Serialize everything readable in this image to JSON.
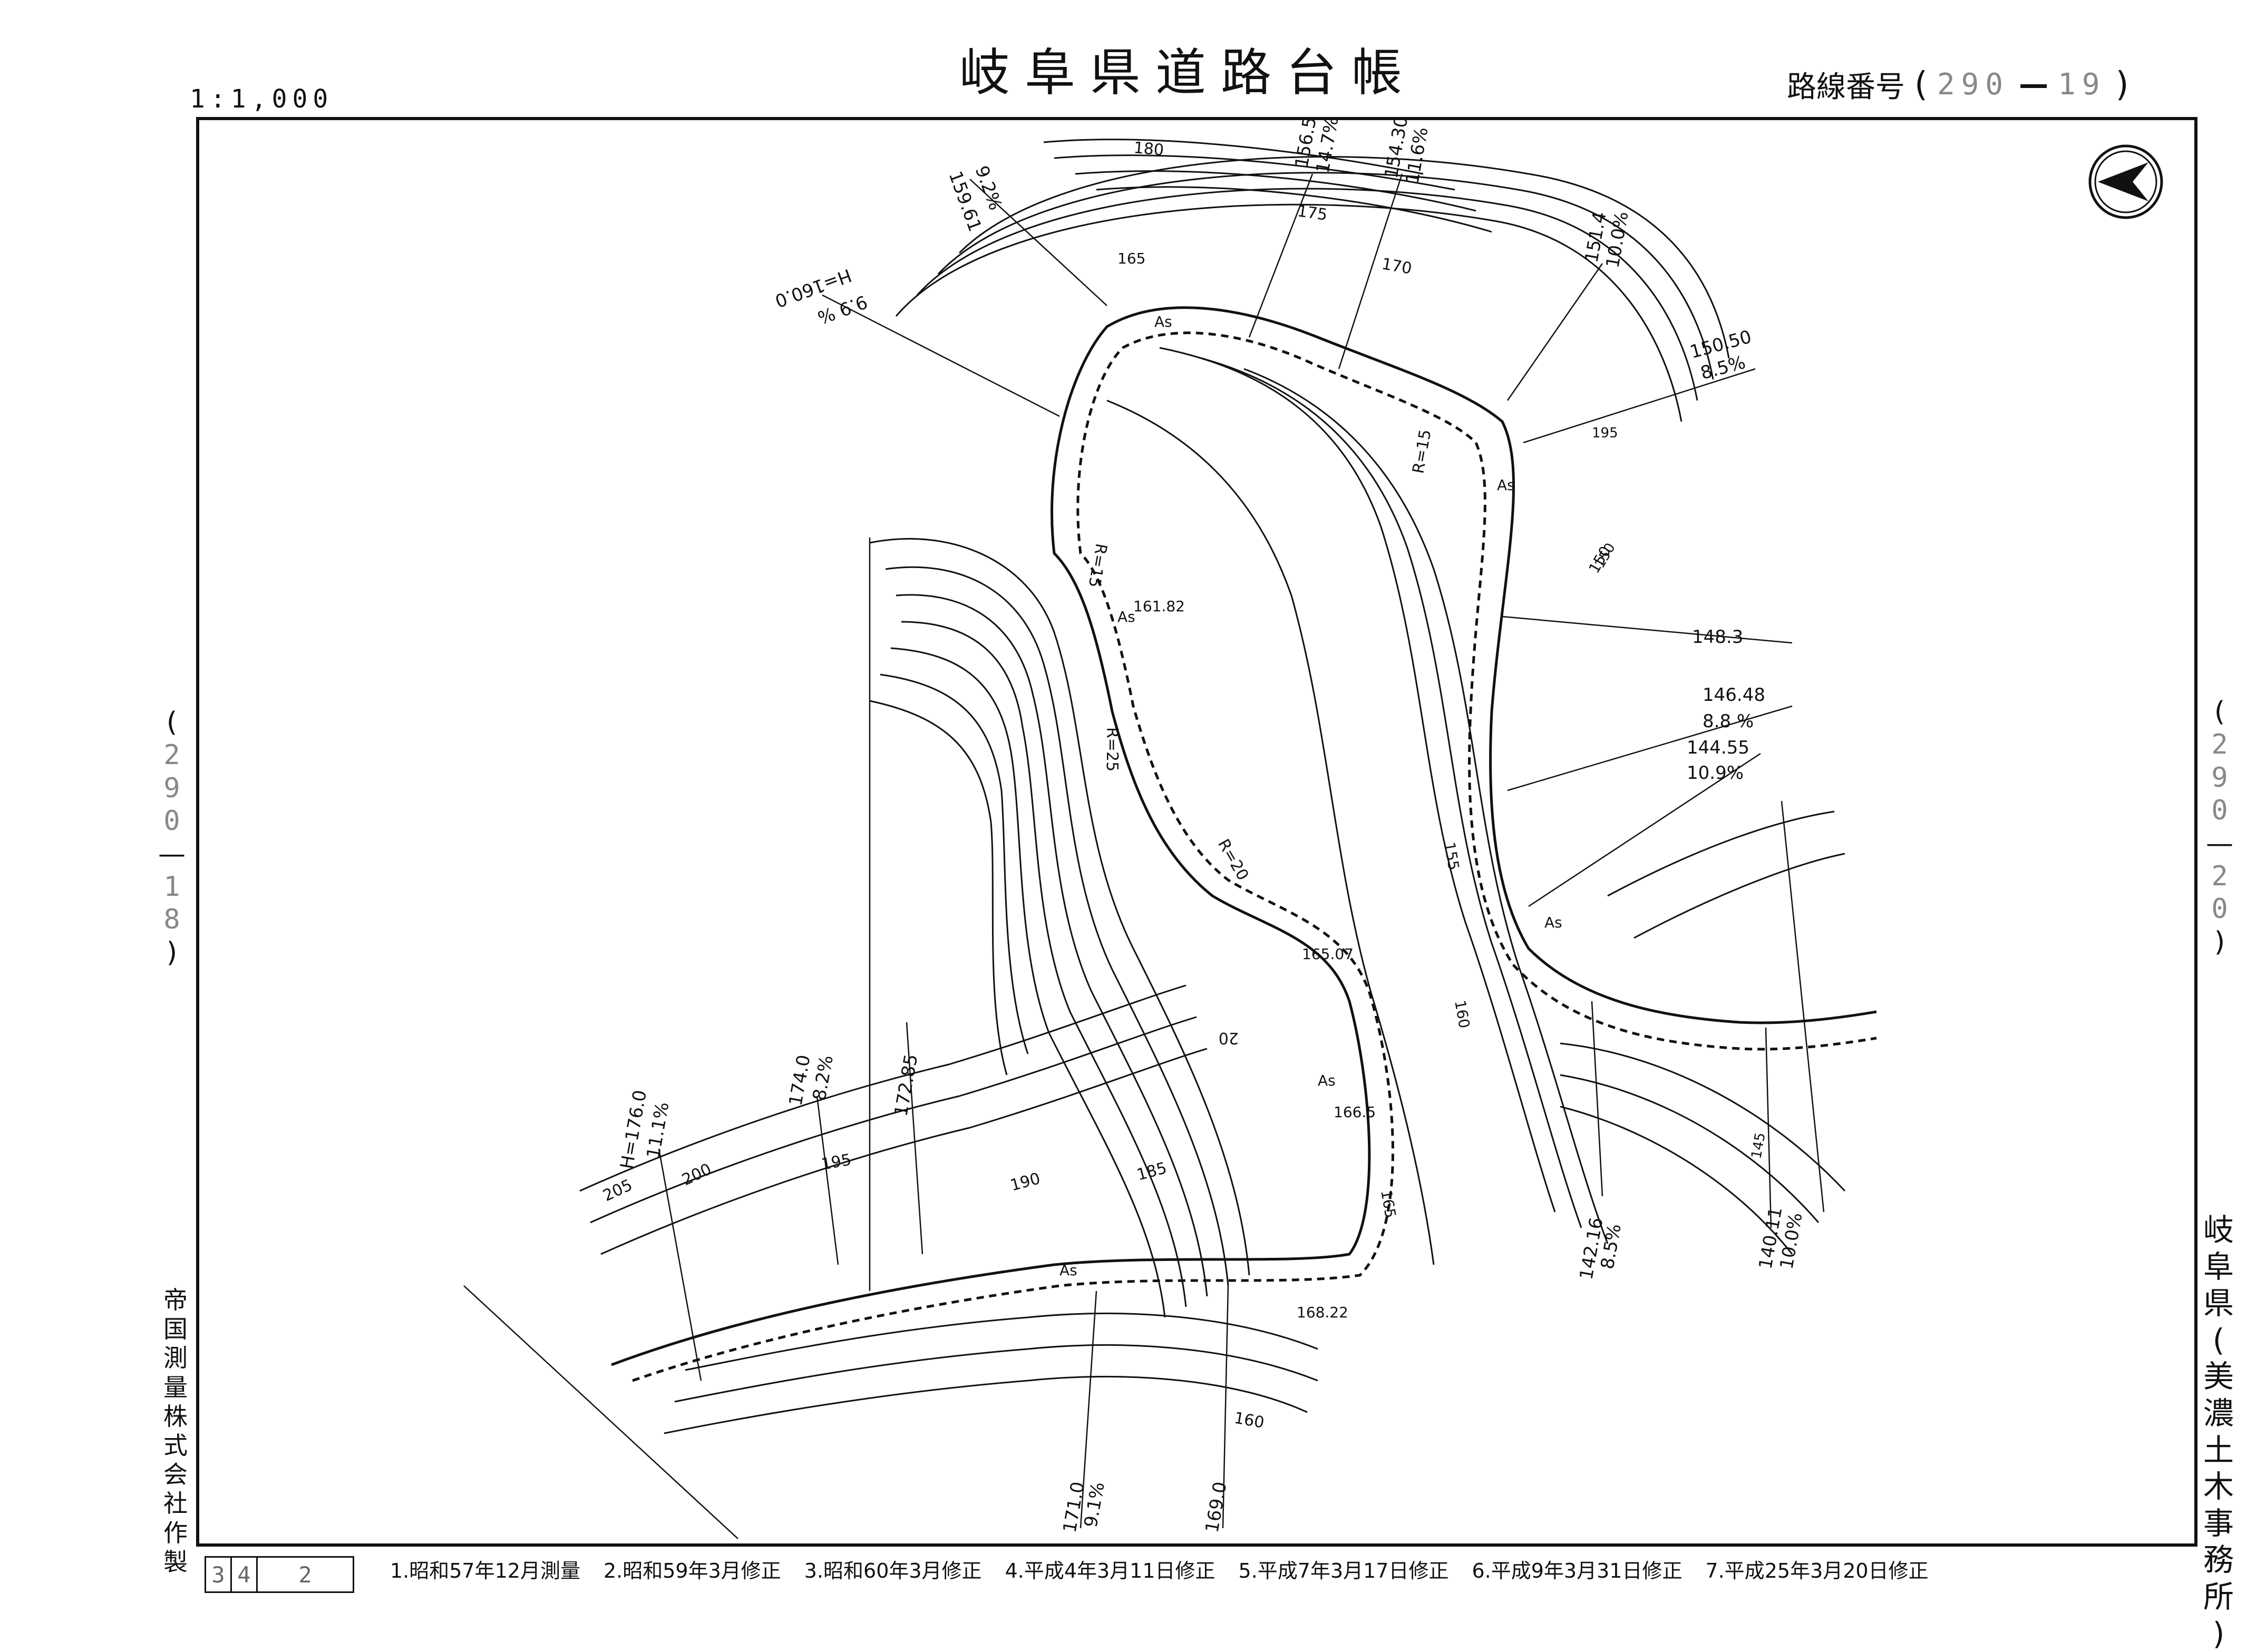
{
  "header": {
    "scale": "1:1,000",
    "title": "岐阜県道路台帳",
    "route_label": "路線番号",
    "route_open": "(",
    "route_num_a": "290",
    "route_dash": "—",
    "route_num_b": "19",
    "route_close": ")"
  },
  "adjacent": {
    "left": [
      "(",
      "2",
      "9",
      "0",
      "—",
      "1",
      "8",
      ")"
    ],
    "right": [
      "(",
      "2",
      "9",
      "0",
      "—",
      "2",
      "0",
      ")"
    ]
  },
  "office_vertical": [
    "岐",
    "阜",
    "県",
    "(",
    "美",
    "濃",
    "土",
    "木",
    "事",
    "務",
    "所",
    ")"
  ],
  "company_vertical": [
    "帝",
    "国",
    "測",
    "量",
    "株",
    "式",
    "会",
    "社",
    "作",
    "製"
  ],
  "sheet_cells": [
    "3",
    "4",
    "2"
  ],
  "history": [
    "1.昭和57年12月測量",
    "2.昭和59年3月修正",
    "3.昭和60年3月修正",
    "4.平成4年3月11日修正",
    "5.平成7年3月17日修正",
    "6.平成9年3月31日修正",
    "7.平成25年3月20日修正"
  ],
  "map_labels": {
    "contours": [
      "180",
      "175",
      "170",
      "165",
      "195",
      "150",
      "155",
      "160",
      "165",
      "185",
      "190",
      "195",
      "200",
      "205",
      "145",
      "150",
      "160"
    ],
    "grade_a": "159.61",
    "grade_a2": "9.2%",
    "grade_b": "156.5",
    "grade_b2": "14.7%",
    "grade_c": "154.30",
    "grade_c2": "11.6%",
    "grade_d": "151.4",
    "grade_d2": "10.0%",
    "grade_e": "150.50",
    "grade_e2": "8.5%",
    "grade_f": "148.3",
    "grade_g": "146.48",
    "grade_g2": "8.8 %",
    "grade_h": "144.55",
    "grade_h2": "10.9%",
    "grade_i": "H=160.0",
    "grade_i2": "9.9 %",
    "grade_j": "H=176.0",
    "grade_j2": "11.1%",
    "grade_k": "174.0",
    "grade_k2": "8.2%",
    "grade_l": "172.85",
    "grade_m": "171.0",
    "grade_m2": "9.1%",
    "grade_n": "169.0",
    "grade_o": "142.16",
    "grade_o2": "8.5%",
    "grade_p": "140.11",
    "grade_p2": "10.0%",
    "elev_1": "161.82",
    "elev_2": "165.07",
    "elev_3": "166.5",
    "elev_4": "168.22",
    "radius_1": "R=15",
    "radius_2": "R=15",
    "radius_3": "R=25",
    "radius_4": "R=20",
    "radius_5": "20",
    "surface": "As"
  }
}
